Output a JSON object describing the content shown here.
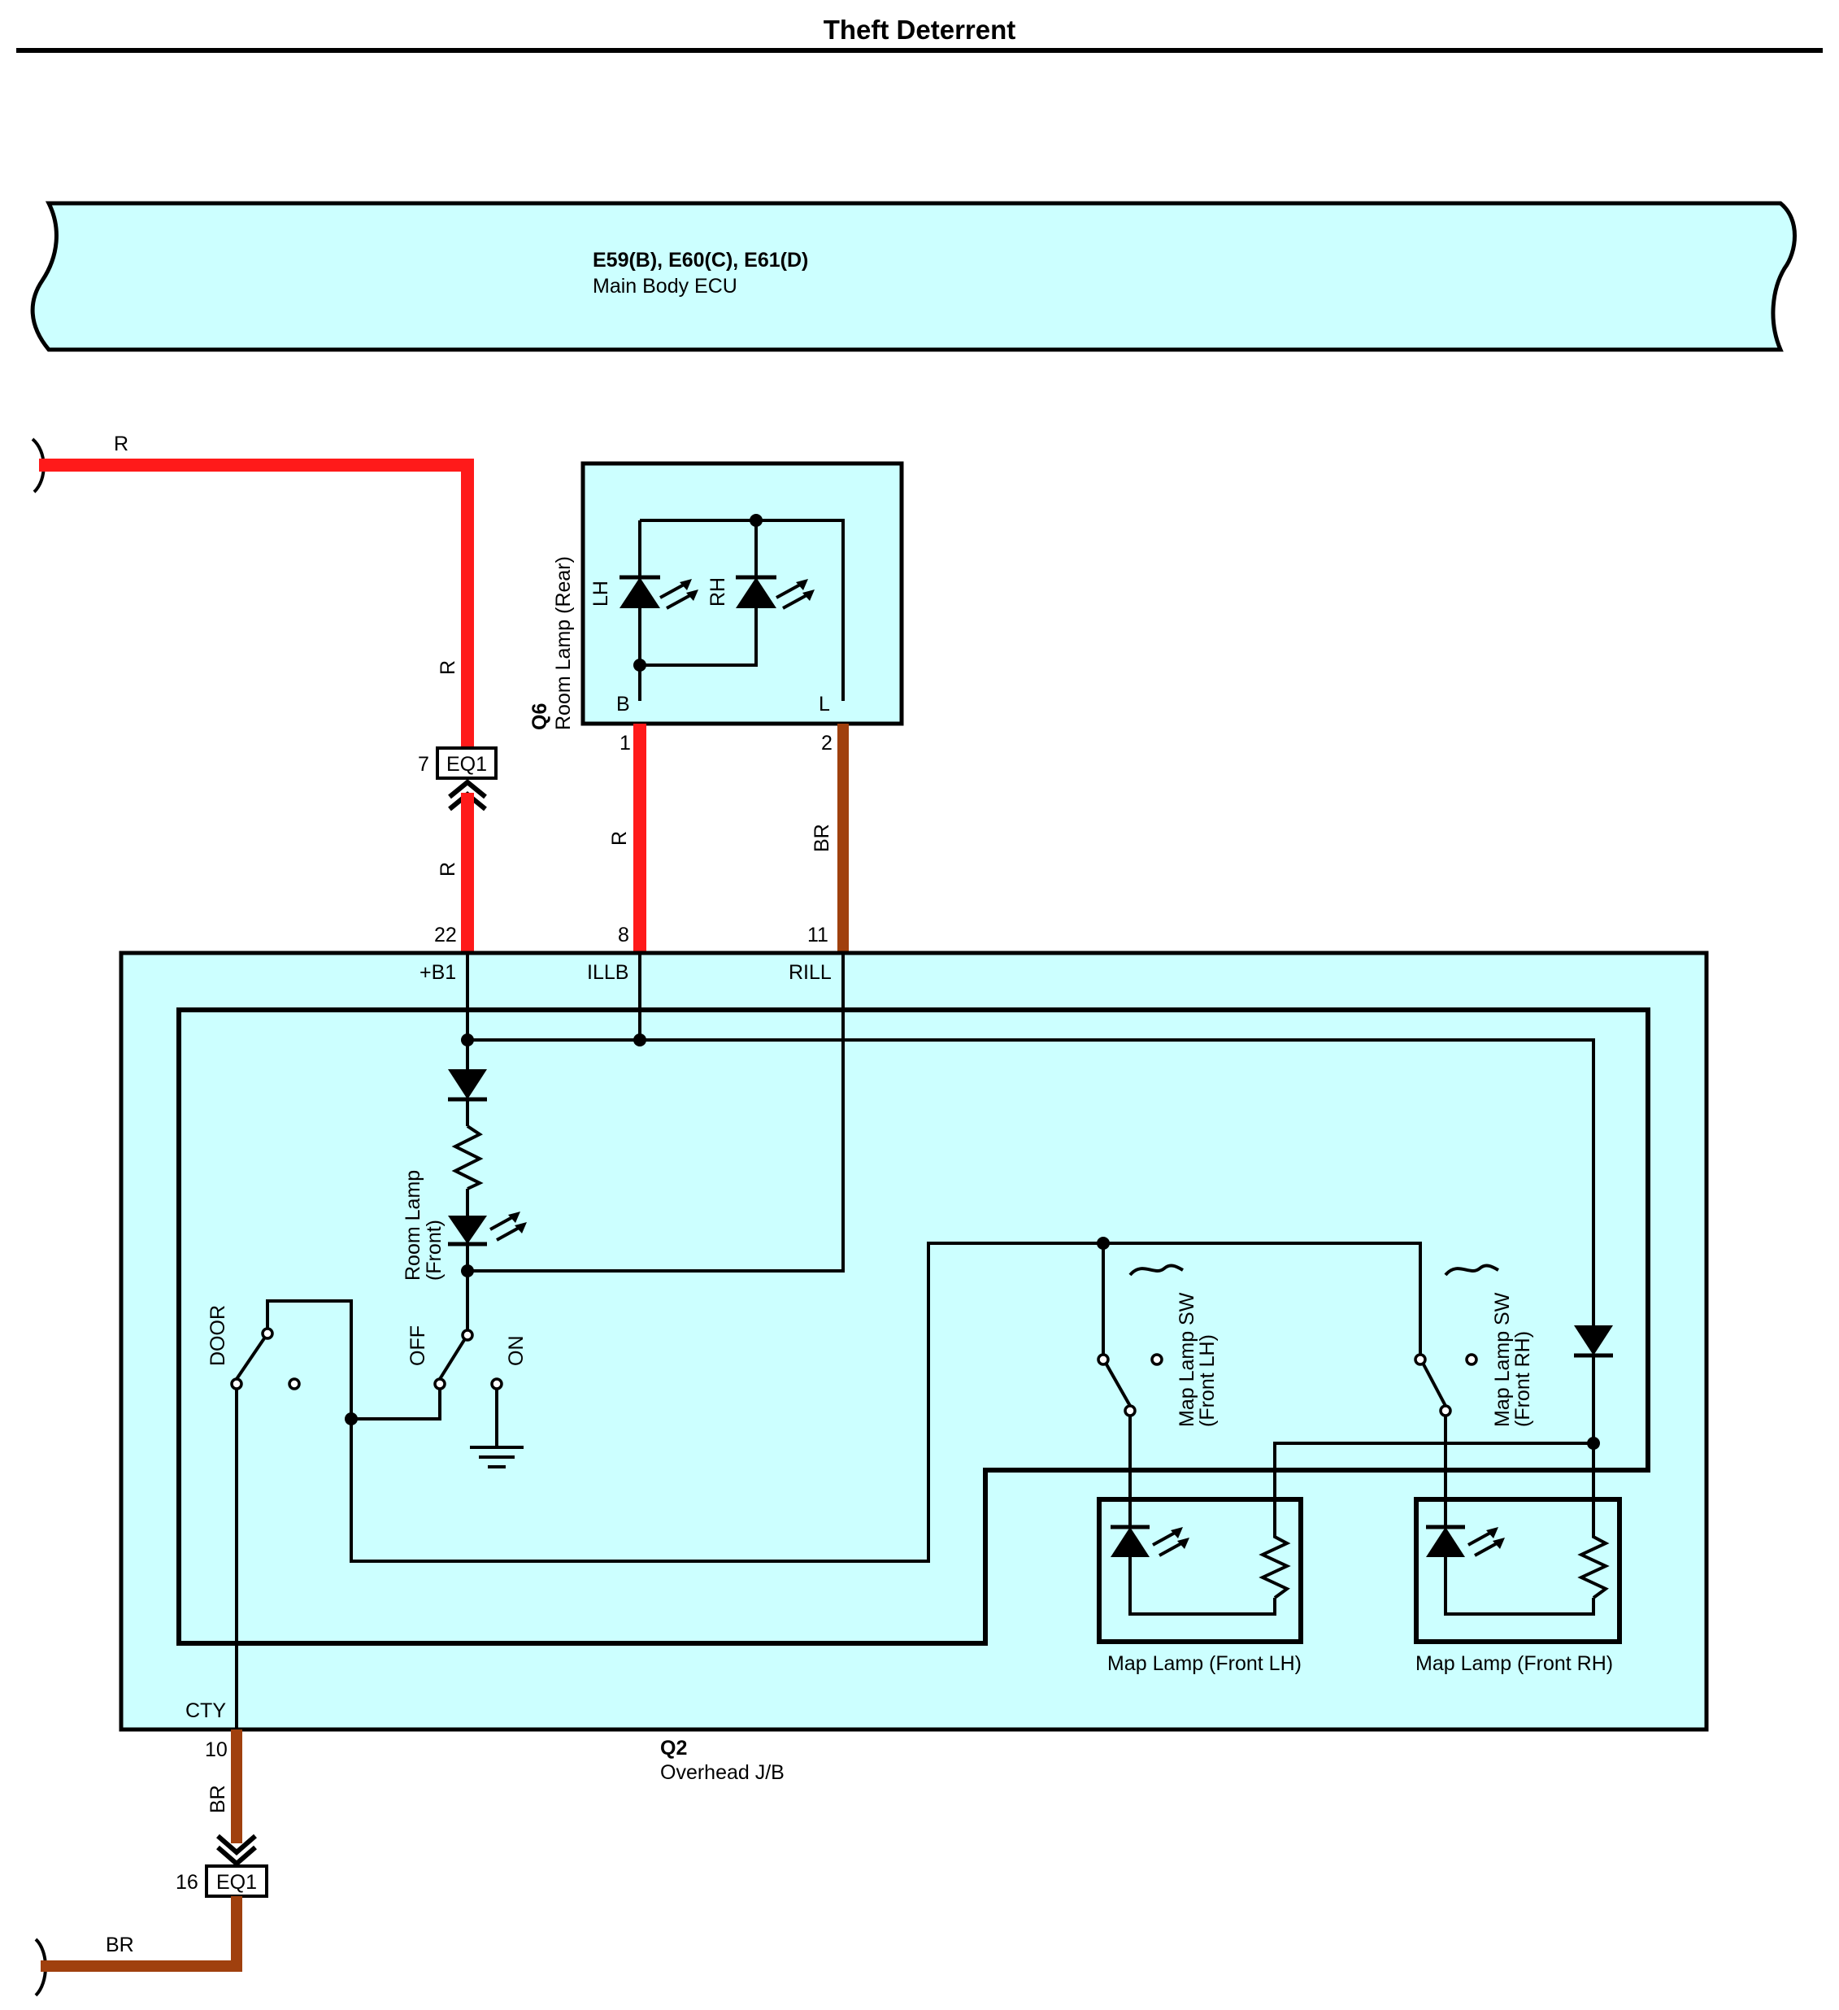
{
  "title": "Theft Deterrent",
  "ecu": {
    "connectors": "E59(B), E60(C), E61(D)",
    "name": "Main Body ECU"
  },
  "rear_lamp": {
    "code": "Q6",
    "name": "Room Lamp (Rear)",
    "led_left": "LH",
    "led_right": "RH",
    "term_left": "B",
    "term_right": "L",
    "pin_left": "1",
    "pin_right": "2"
  },
  "wires": {
    "red": "R",
    "brown": "BR"
  },
  "eq1_top": {
    "name": "EQ1",
    "pin": "7"
  },
  "eq1_bottom": {
    "name": "EQ1",
    "pin": "16"
  },
  "jb": {
    "code": "Q2",
    "name": "Overhead J/B",
    "pins": {
      "b1": "22",
      "illb": "8",
      "rill": "11",
      "cty": "10"
    },
    "terms": {
      "b1": "+B1",
      "illb": "ILLB",
      "rill": "RILL",
      "cty": "CTY"
    }
  },
  "room_lamp_front": {
    "line1": "Room Lamp",
    "line2": "(Front)"
  },
  "switch_labels": {
    "door": "DOOR",
    "off": "OFF",
    "on": "ON"
  },
  "map_sw_lh": {
    "line1": "Map Lamp SW",
    "line2": "(Front LH)"
  },
  "map_sw_rh": {
    "line1": "Map Lamp SW",
    "line2": "(Front RH)"
  },
  "map_lamp_lh": "Map Lamp (Front LH)",
  "map_lamp_rh": "Map Lamp (Front RH)"
}
